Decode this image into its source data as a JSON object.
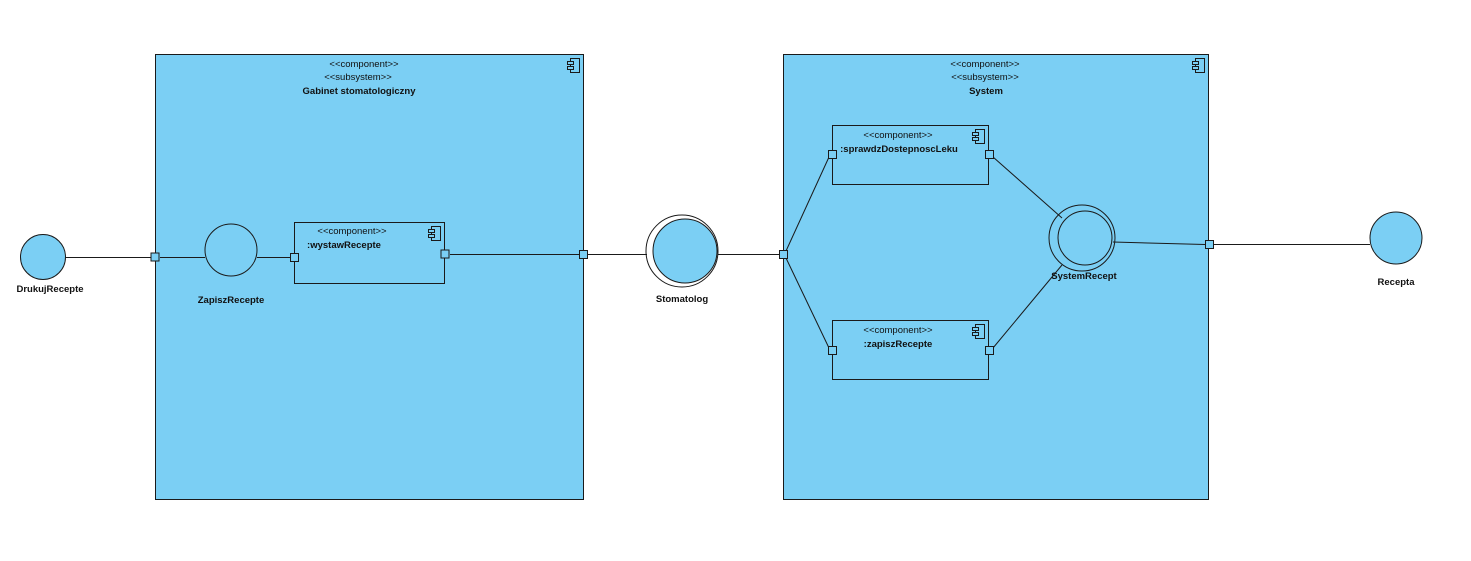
{
  "colors": {
    "fill": "#7bcff4",
    "stroke": "#1a1a1a",
    "background": "#ffffff"
  },
  "subsystems": [
    {
      "stereotype1": "<<component>>",
      "stereotype2": "<<subsystem>>",
      "name": "Gabinet stomatologiczny"
    },
    {
      "stereotype1": "<<component>>",
      "stereotype2": "<<subsystem>>",
      "name": "System"
    }
  ],
  "components": {
    "wystaw": {
      "stereotype": "<<component>>",
      "name": ":wystawRecepte"
    },
    "sprawdz": {
      "stereotype": "<<component>>",
      "name": ":sprawdzDostepnoscLeku"
    },
    "zapisz": {
      "stereotype": "<<component>>",
      "name": ":zapiszRecepte"
    }
  },
  "interfaces": {
    "drukuj": "DrukujRecepte",
    "zapiszIface": "ZapiszRecepte",
    "stomatolog": "Stomatolog",
    "systemRecept": "SystemRecept",
    "recepta": "Recepta"
  },
  "icons": {
    "component": "component-icon"
  }
}
